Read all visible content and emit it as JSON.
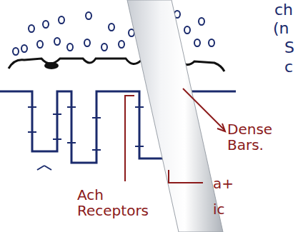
{
  "diagram": {
    "labels": [
      "ch",
      "(n",
      "S",
      "c",
      "Dense Bars.",
      "Ach Receptors",
      "a+",
      "ic"
    ]
  }
}
